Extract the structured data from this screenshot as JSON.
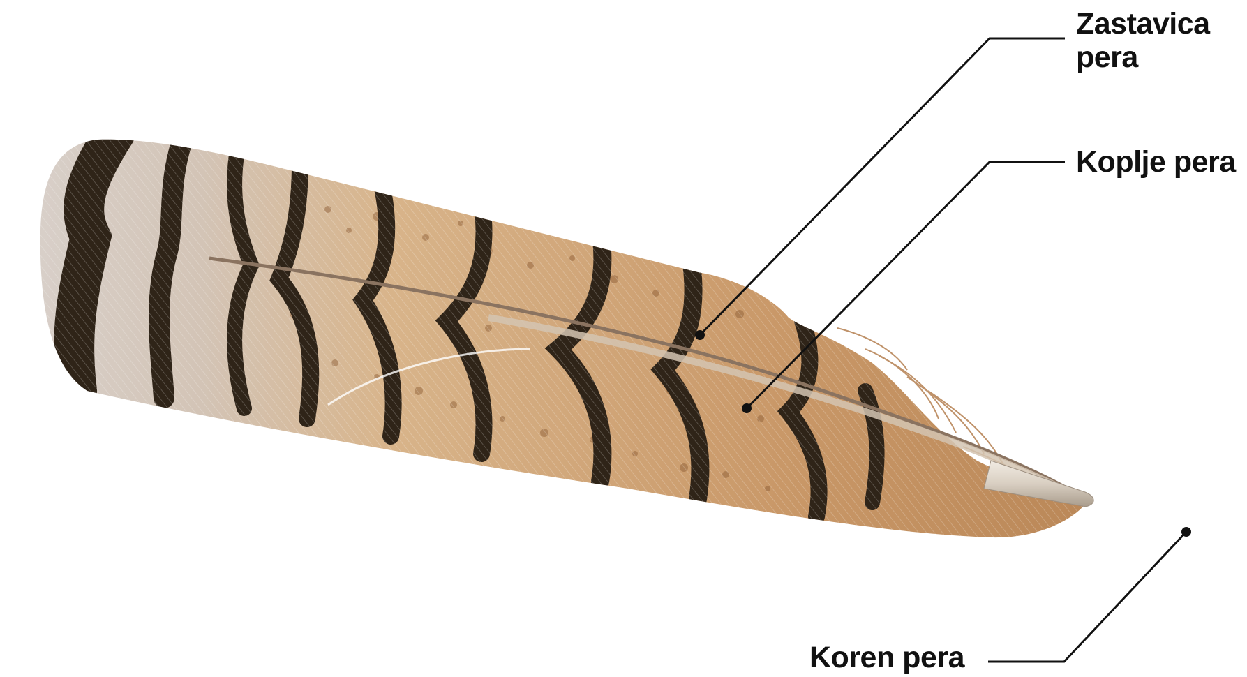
{
  "labels": {
    "vane_line1": "Zastavica",
    "vane_line2": "pera",
    "shaft": "Koplje pera",
    "calamus": "Koren pera"
  },
  "colors": {
    "background": "#ffffff",
    "leader_line": "#111111",
    "feather_base": "#c89a68",
    "feather_light": "#e1c5a2",
    "feather_tip_grey": "#d6d0cc",
    "dark_band": "#2f2418",
    "speckle": "#8a5a32",
    "rachis": "#cdbfae",
    "calamus": "#e9e1d6"
  },
  "icons": {
    "feather": "feather-illustration",
    "callout_dot": "leader-endpoint-dot"
  }
}
